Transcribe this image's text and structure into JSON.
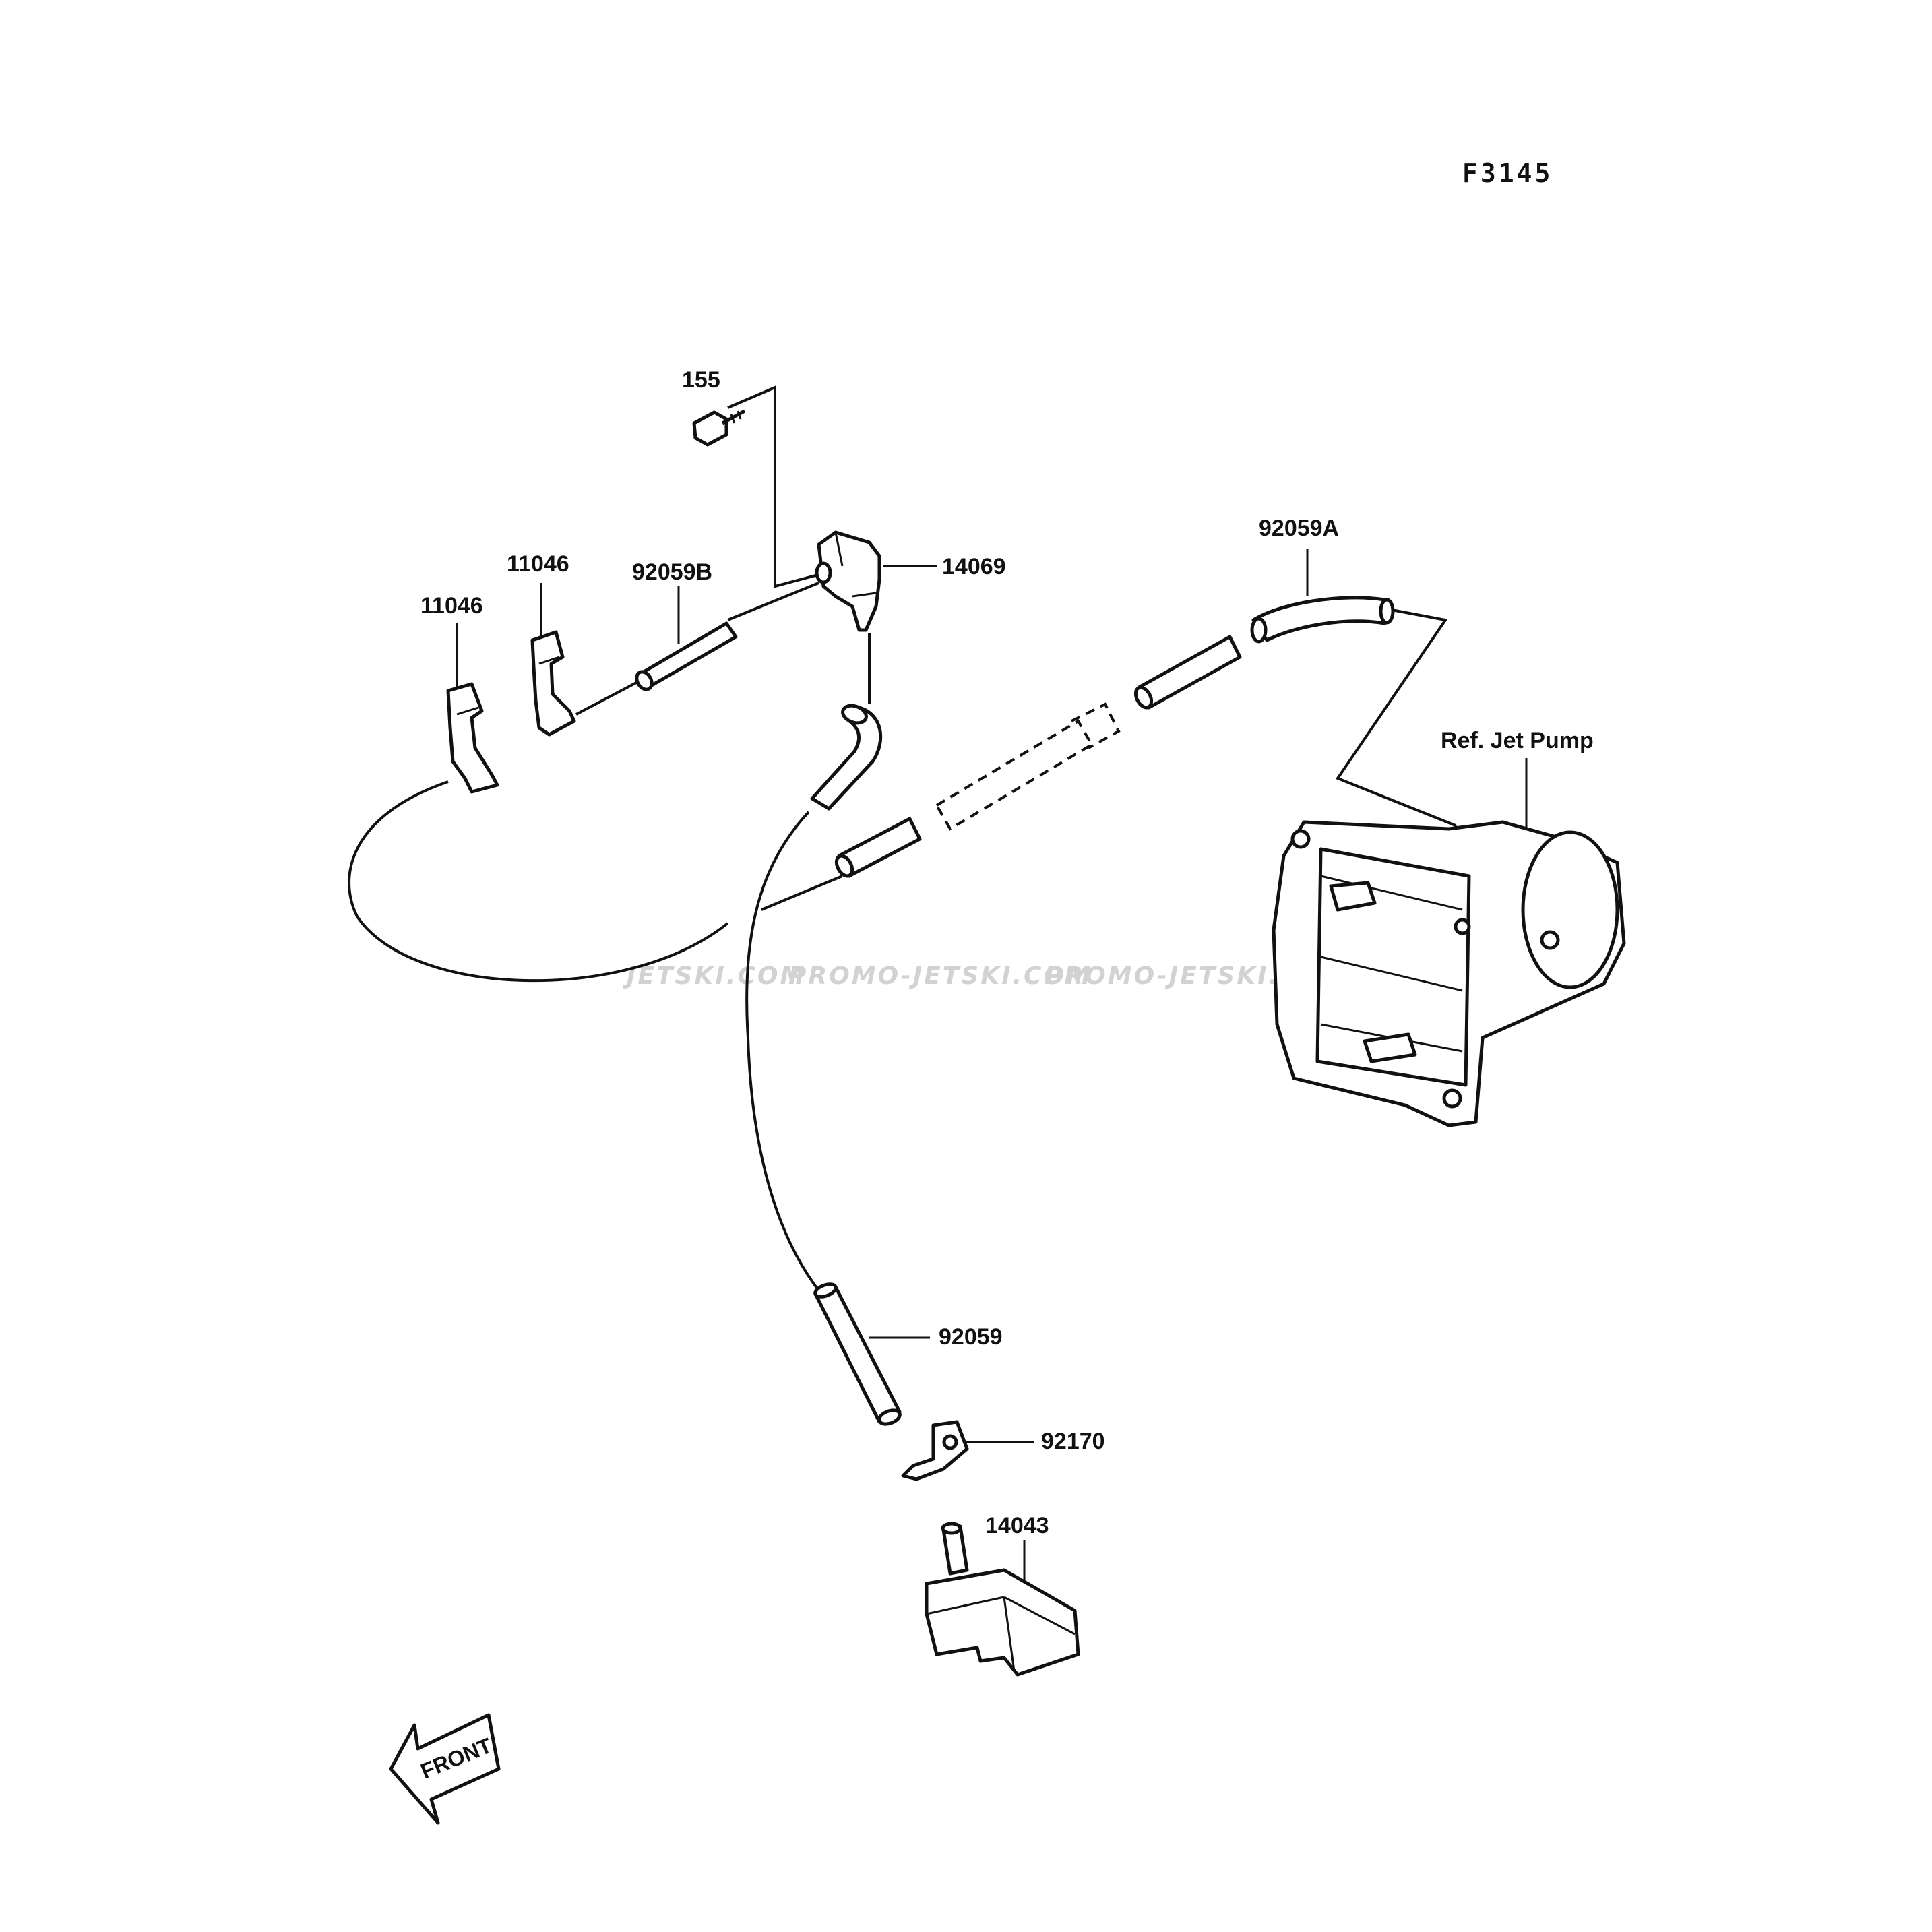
{
  "diagram_code": "F3145",
  "parts": {
    "p155": "155",
    "p14069": "14069",
    "p92059B": "92059B",
    "p11046_a": "11046",
    "p11046_b": "11046",
    "p92059A": "92059A",
    "p92059": "92059",
    "p92170": "92170",
    "p14043": "14043"
  },
  "reference_label": "Ref. Jet Pump",
  "front_label": "FRONT",
  "watermarks": [
    "JETSKI.COM",
    "PROMO-JETSKI.COM",
    "PROMO-JETSKI.COM"
  ],
  "colors": {
    "ink": "#111111",
    "background": "#ffffff",
    "watermark": "#d2d2d2"
  }
}
